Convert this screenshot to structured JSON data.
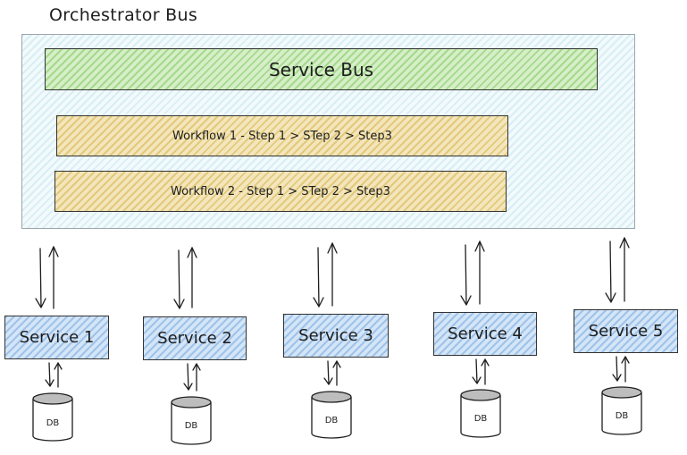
{
  "title": "Orchestrator Bus",
  "service_bus": {
    "label": "Service Bus"
  },
  "workflows": [
    {
      "label": "Workflow 1 - Step 1 > STep 2 > Step3"
    },
    {
      "label": "Workflow 2 - Step 1 > STep 2 > Step3"
    }
  ],
  "services": [
    {
      "label": "Service 1",
      "db": "DB"
    },
    {
      "label": "Service 2",
      "db": "DB"
    },
    {
      "label": "Service 3",
      "db": "DB"
    },
    {
      "label": "Service 4",
      "db": "DB"
    },
    {
      "label": "Service 5",
      "db": "DB"
    }
  ],
  "colors": {
    "container": "#d8eef4",
    "service_bus": "#a5d98e",
    "workflow": "#e3c97a",
    "service": "#9fc3ea",
    "db": "#bdbdbd",
    "stroke": "#1e1e1e"
  }
}
